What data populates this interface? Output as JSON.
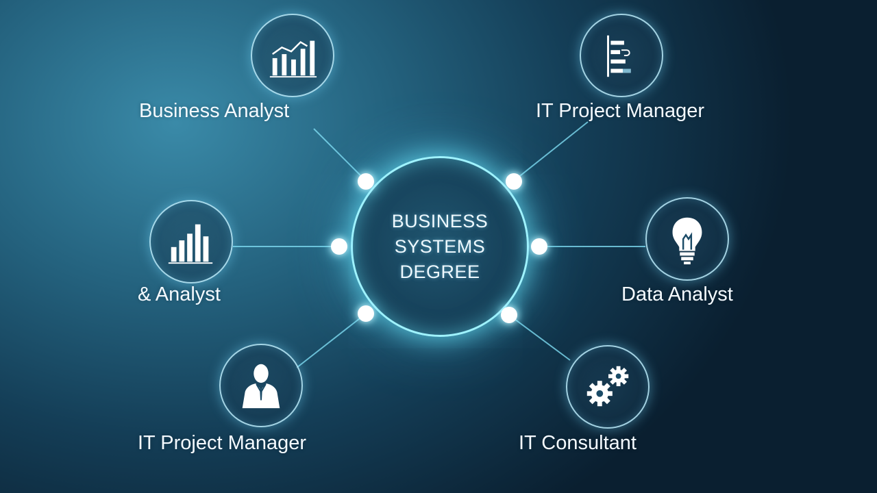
{
  "center": {
    "lines": [
      "BUSINESS",
      "SYSTEMS",
      "DEGREE"
    ]
  },
  "nodes": [
    {
      "label": "Business Analyst",
      "icon": "bar-chart-trend-icon"
    },
    {
      "label": "IT Project Manager",
      "icon": "gantt-timeline-icon"
    },
    {
      "label": "& Analyst",
      "icon": "bar-chart-icon"
    },
    {
      "label": "Data Analyst",
      "icon": "lightbulb-icon"
    },
    {
      "label": "IT Project Manager",
      "icon": "businessman-icon"
    },
    {
      "label": "IT Consultant",
      "icon": "gears-icon"
    }
  ],
  "colors": {
    "background_light": "#3a8aa8",
    "background_dark": "#0a1f30",
    "glow": "#9ff3ff",
    "icon": "#ffffff",
    "connector": "#7fdcf2"
  }
}
